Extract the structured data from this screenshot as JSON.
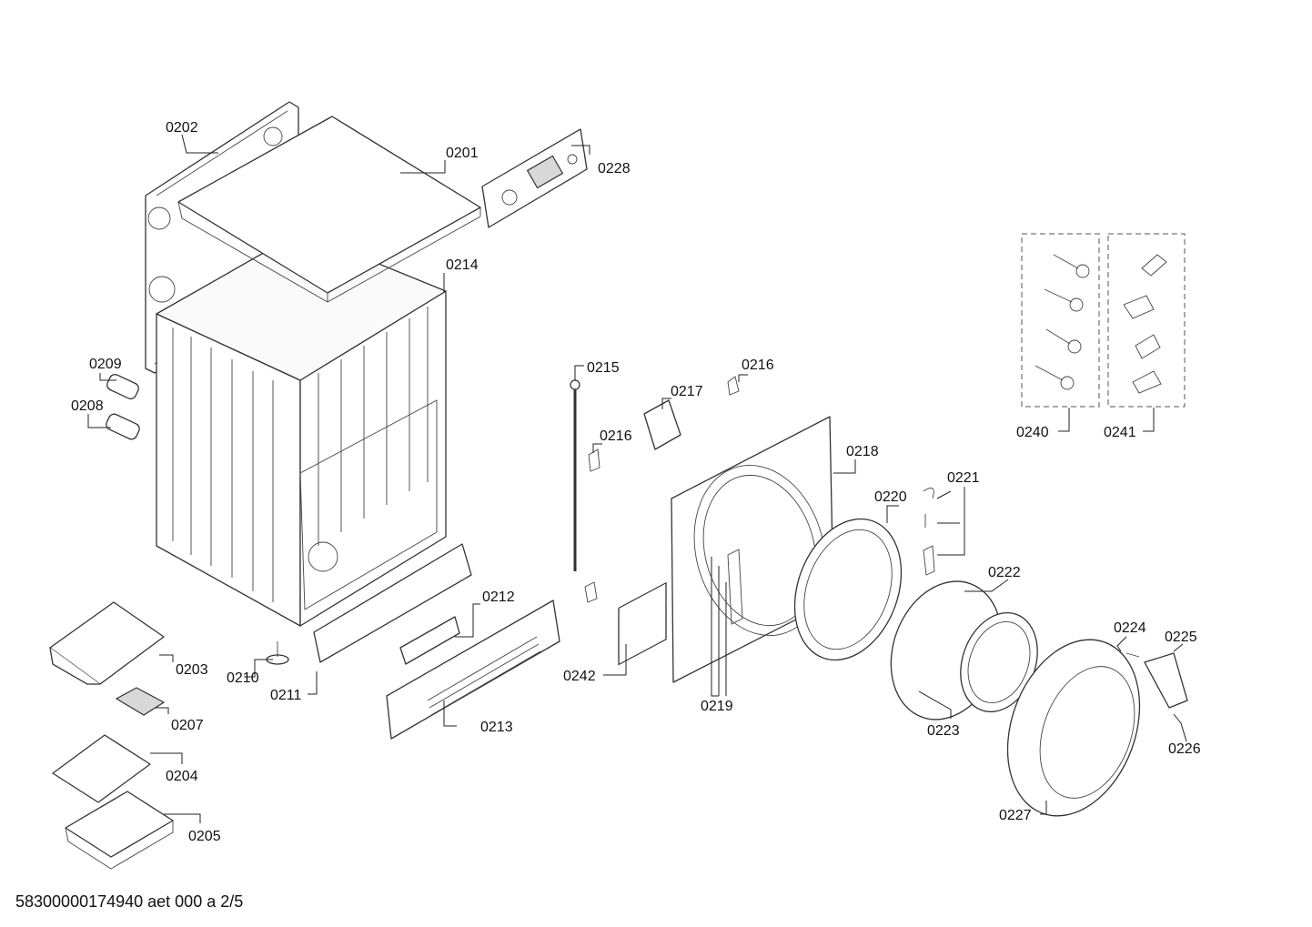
{
  "footer": {
    "code": "58300000174940 aet 000 a 2/5"
  },
  "parts": [
    {
      "id": "p0201",
      "label": "0201"
    },
    {
      "id": "p0202",
      "label": "0202"
    },
    {
      "id": "p0203",
      "label": "0203"
    },
    {
      "id": "p0204",
      "label": "0204"
    },
    {
      "id": "p0205",
      "label": "0205"
    },
    {
      "id": "p0207",
      "label": "0207"
    },
    {
      "id": "p0208",
      "label": "0208"
    },
    {
      "id": "p0209",
      "label": "0209"
    },
    {
      "id": "p0210",
      "label": "0210"
    },
    {
      "id": "p0211",
      "label": "0211"
    },
    {
      "id": "p0212",
      "label": "0212"
    },
    {
      "id": "p0213",
      "label": "0213"
    },
    {
      "id": "p0214",
      "label": "0214"
    },
    {
      "id": "p0215",
      "label": "0215"
    },
    {
      "id": "p0216a",
      "label": "0216"
    },
    {
      "id": "p0216b",
      "label": "0216"
    },
    {
      "id": "p0217",
      "label": "0217"
    },
    {
      "id": "p0218",
      "label": "0218"
    },
    {
      "id": "p0219",
      "label": "0219"
    },
    {
      "id": "p0220",
      "label": "0220"
    },
    {
      "id": "p0221",
      "label": "0221"
    },
    {
      "id": "p0222",
      "label": "0222"
    },
    {
      "id": "p0223",
      "label": "0223"
    },
    {
      "id": "p0224",
      "label": "0224"
    },
    {
      "id": "p0225",
      "label": "0225"
    },
    {
      "id": "p0226",
      "label": "0226"
    },
    {
      "id": "p0227",
      "label": "0227"
    },
    {
      "id": "p0228",
      "label": "0228"
    },
    {
      "id": "p0240",
      "label": "0240"
    },
    {
      "id": "p0241",
      "label": "0241"
    },
    {
      "id": "p0242",
      "label": "0242"
    }
  ]
}
